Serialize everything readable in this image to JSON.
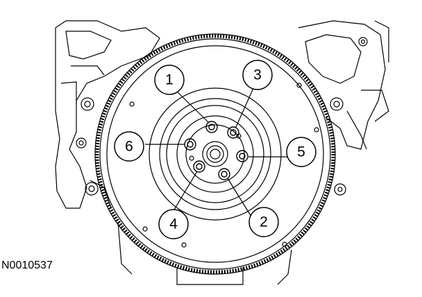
{
  "figure": {
    "id_label": "N0010537",
    "callouts": [
      {
        "label": "1"
      },
      {
        "label": "2"
      },
      {
        "label": "3"
      },
      {
        "label": "4"
      },
      {
        "label": "5"
      },
      {
        "label": "6"
      }
    ]
  }
}
